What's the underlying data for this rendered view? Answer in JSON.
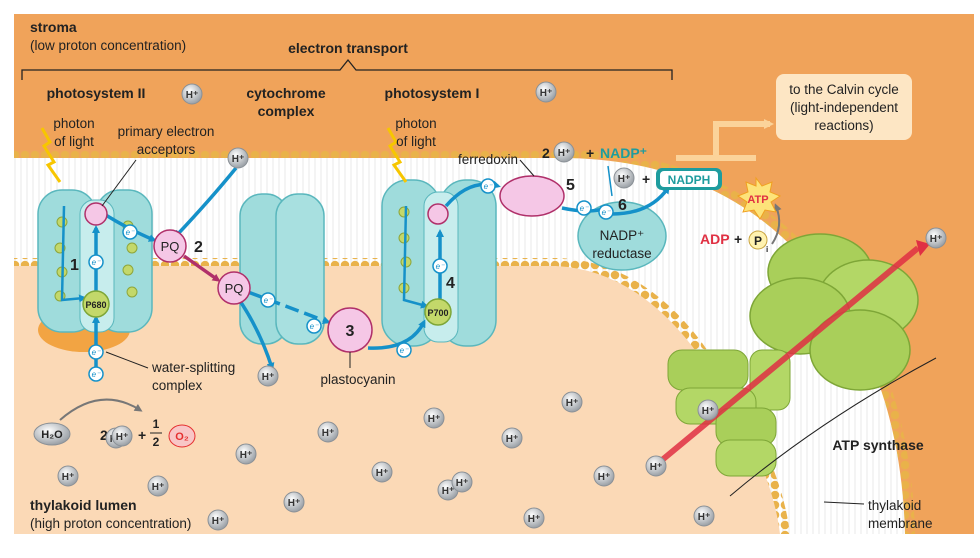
{
  "regions": {
    "stroma": "stroma",
    "stroma_note": "(low proton concentration)",
    "lumen": "thylakoid lumen",
    "lumen_note": "(high proton concentration)",
    "membrane_line1": "thylakoid",
    "membrane_line2": "membrane"
  },
  "headers": {
    "electron_transport": "electron transport",
    "photosystem_ii": "photosystem II",
    "cytochrome_line1": "cytochrome",
    "cytochrome_line2": "complex",
    "photosystem_i": "photosystem I"
  },
  "labels": {
    "photon_line1": "photon",
    "photon_line2": "of light",
    "primary_line1": "primary electron",
    "primary_line2": "acceptors",
    "water_line1": "water-splitting",
    "water_line2": "complex",
    "plastocyanin": "plastocyanin",
    "ferredoxin": "ferredoxin",
    "nadp_red_line1": "NADP⁺",
    "nadp_red_line2": "reductase",
    "calvin_line1": "to the Calvin cycle",
    "calvin_line2": "(light-independent",
    "calvin_line3": "reactions)",
    "atp_synthase": "ATP synthase"
  },
  "molecules": {
    "h_plus": "H⁺",
    "electron": "e⁻",
    "pq": "PQ",
    "p680": "P680",
    "p700": "P700",
    "h2o": "H₂O",
    "o2": "O₂",
    "nadp_plus": "NADP⁺",
    "nadph": "NADPH",
    "atp": "ATP",
    "adp": "ADP",
    "pi": "P",
    "pi_sub": "i",
    "coef_2": "2",
    "plus": "+",
    "half_num": "1",
    "half_den": "2"
  },
  "steps": [
    "1",
    "2",
    "3",
    "4",
    "5",
    "6"
  ],
  "colors": {
    "stroma": "#f0a35a",
    "lumen": "#fbd9b6",
    "membrane_head": "#e9b24a",
    "protein_teal": "#9fdcdc",
    "protein_edge": "#5ab7bd",
    "pq_pink": "#f5c7e6",
    "atp_synthase": "#a9cf5a",
    "arrow_blue": "#1591c9",
    "proton_gradient_arrow": "#e03043",
    "nadph_teal": "#1e9c9e",
    "o2_red": "#e53030"
  }
}
